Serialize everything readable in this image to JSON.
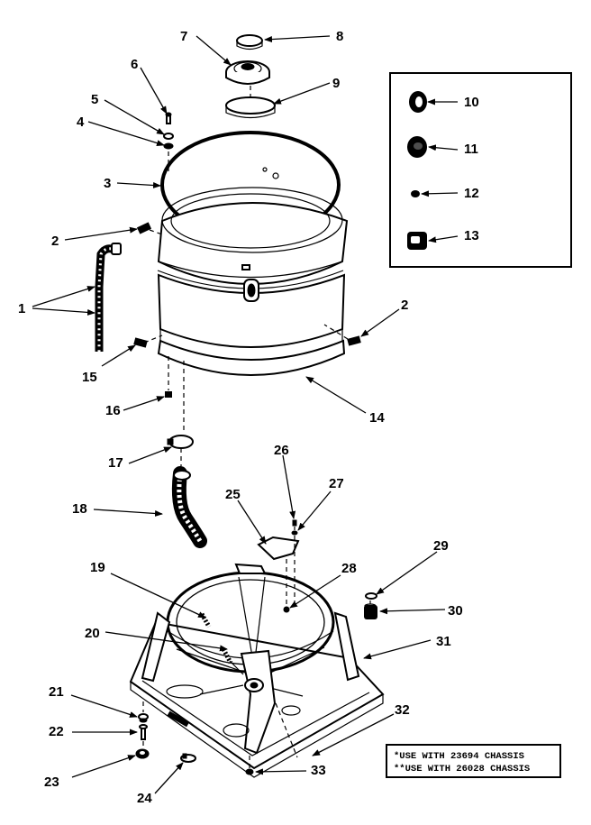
{
  "callouts": {
    "c1": "1",
    "c2a": "2",
    "c2b": "2",
    "c3": "3",
    "c4": "4",
    "c5": "5",
    "c6": "6",
    "c7": "7",
    "c8": "8",
    "c9": "9",
    "c10": "10",
    "c11": "11",
    "c12": "12",
    "c13": "13",
    "c14": "14",
    "c15": "15",
    "c16": "16",
    "c17": "17",
    "c18": "18",
    "c19": "19",
    "c20": "20",
    "c21": "21",
    "c22": "22",
    "c23": "23",
    "c24": "24",
    "c25": "25",
    "c26": "26",
    "c27": "27",
    "c28": "28",
    "c29": "29",
    "c30": "30",
    "c31": "31",
    "c32": "32",
    "c33": "33"
  },
  "notes": {
    "line1": "*USE WITH 23694 CHASSIS",
    "line2": "**USE WITH 26028 CHASSIS"
  }
}
